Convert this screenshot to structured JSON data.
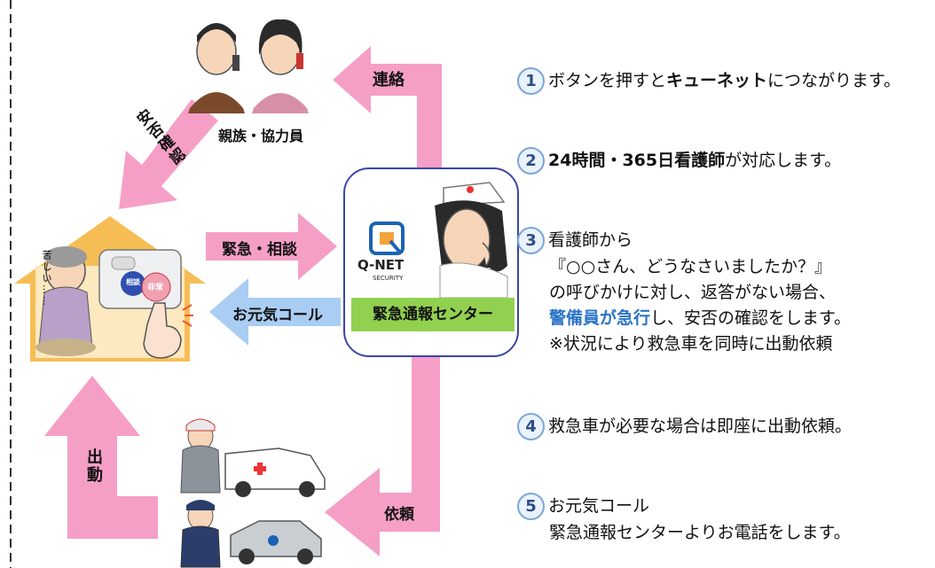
{
  "labels": {
    "contact": "連絡",
    "family": "親族・協力員",
    "safety_check": "安否確認",
    "emergency_consult": "緊急・相談",
    "genki_call": "お元気コール",
    "dispatch": "出動",
    "request": "依頼",
    "center_name": "緊急通報センター",
    "qnet_logo": "Q-NET",
    "qnet_sub": "SECURITY",
    "suffering": "苦しい……",
    "panel_button": "非常",
    "panel_button2": "相談"
  },
  "steps": [
    {
      "num": "1",
      "pre": "ボタンを押すと",
      "bold": "キューネット",
      "post": "につながります。"
    },
    {
      "num": "2",
      "bold": "24時間・365日看護師",
      "post": "が対応します。"
    },
    {
      "num": "3",
      "line1": "看護師から",
      "line2": "『○○さん、どうなさいましたか？』",
      "line3": "の呼びかけに対し、返答がない場合、",
      "line4_blue": "警備員が急行",
      "line4_rest": "し、安否の確認をします。",
      "line5": "※状況により救急車を同時に出動依頼"
    },
    {
      "num": "4",
      "text": "救急車が必要な場合は即座に出動依頼。"
    },
    {
      "num": "5",
      "line1": "お元気コール",
      "line2": "緊急通報センターよりお電話をします。"
    }
  ],
  "colors": {
    "arrow_pink": "#f59fc7",
    "arrow_blue": "#a9cdf3",
    "house": "#f6bd55",
    "center_border": "#3b45a8",
    "center_label_bg": "#92d050"
  }
}
